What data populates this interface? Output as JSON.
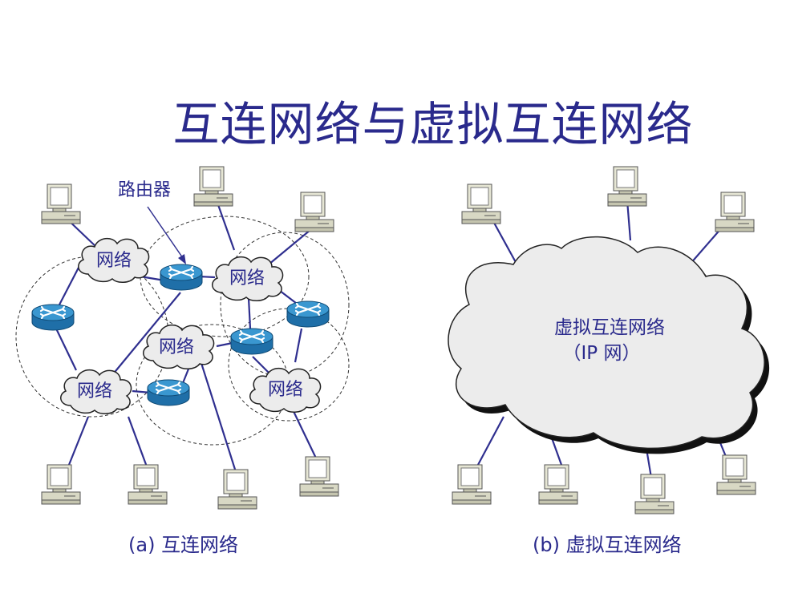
{
  "title": "互连网络与虚拟互连网络",
  "left_panel": {
    "router_label": "路由器",
    "network_label": "网络",
    "caption": "(a) 互连网络"
  },
  "right_panel": {
    "cloud_label_line1": "虚拟互连网络",
    "cloud_label_line2": "（IP 网）",
    "caption": "(b) 虚拟互连网络"
  },
  "colors": {
    "title": "#2a2a8c",
    "link": "#2f2f8f",
    "cloud_fill": "#ececec",
    "router": "#2a7db8"
  },
  "icons": [
    "computer-icon",
    "router-icon",
    "cloud-icon"
  ]
}
